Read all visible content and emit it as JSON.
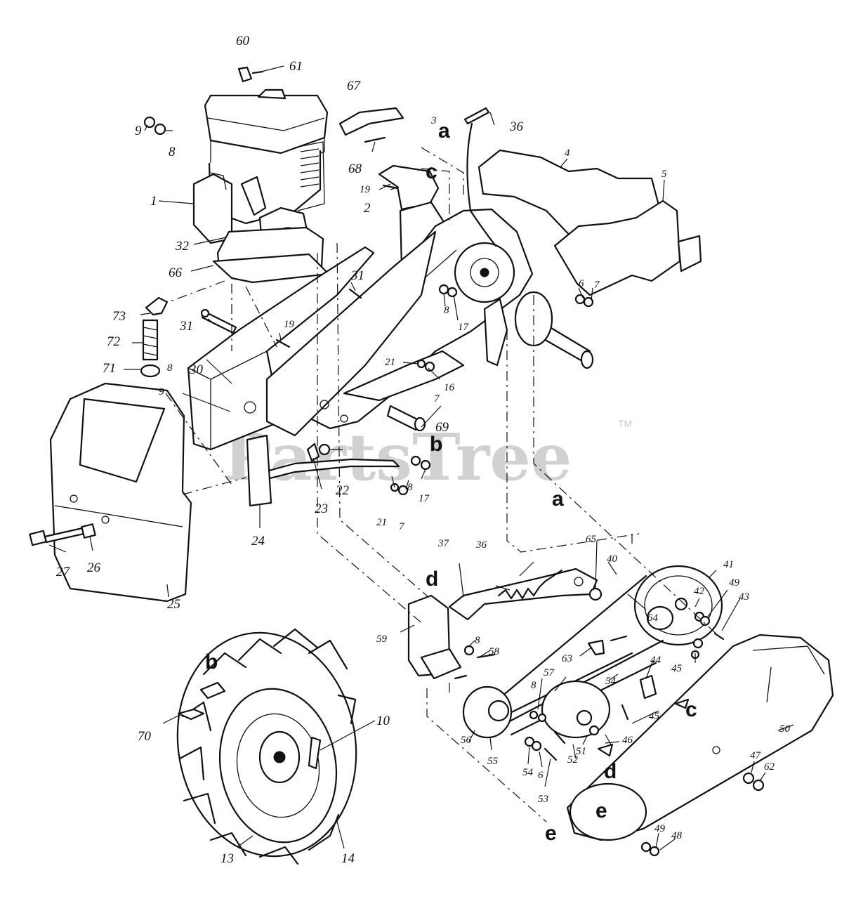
{
  "watermark": {
    "text": "PartsTree",
    "trademark": "TM"
  },
  "callouts": {
    "n1": "1",
    "n2": "2",
    "n3": "3",
    "n4": "4",
    "n5": "5",
    "n6a": "6",
    "n6b": "6",
    "n7a": "7",
    "n7b": "7",
    "n7c": "7",
    "n8a": "8",
    "n8b": "8",
    "n8c": "8",
    "n8d": "8",
    "n8e": "8",
    "n8f": "8",
    "n9a": "9",
    "n9b": "9",
    "n10": "10",
    "n13": "13",
    "n14": "14",
    "n16": "16",
    "n17a": "17",
    "n17b": "17",
    "n19a": "19",
    "n19b": "19",
    "n21a": "21",
    "n21b": "21",
    "n22": "22",
    "n23": "23",
    "n24": "24",
    "n25": "25",
    "n26": "26",
    "n27": "27",
    "n30": "30",
    "n31a": "31",
    "n31b": "31",
    "n32": "32",
    "n36a": "36",
    "n36b": "36",
    "n37": "37",
    "n40": "40",
    "n41": "41",
    "n42": "42",
    "n43": "43",
    "n44": "44",
    "n45a": "45",
    "n45b": "45",
    "n46": "46",
    "n47": "47",
    "n48": "48",
    "n49a": "49",
    "n49b": "49",
    "n50": "50",
    "n51": "51",
    "n52": "52",
    "n53": "53",
    "n54": "54",
    "n55": "55",
    "n56": "56",
    "n57": "57",
    "n58": "58",
    "n59": "59",
    "n60": "60",
    "n61": "61",
    "n62": "62",
    "n63": "63",
    "n64": "64",
    "n65": "65",
    "n66": "66",
    "n67": "67",
    "n68": "68",
    "n69": "69",
    "n70": "70",
    "n71": "71",
    "n72": "72",
    "n73": "73"
  },
  "connector_letters": {
    "a1": "a",
    "a2": "a",
    "b1": "b",
    "b2": "b",
    "c1": "c",
    "c2": "c",
    "d1": "d",
    "d2": "d",
    "e1": "e",
    "e2": "e"
  }
}
